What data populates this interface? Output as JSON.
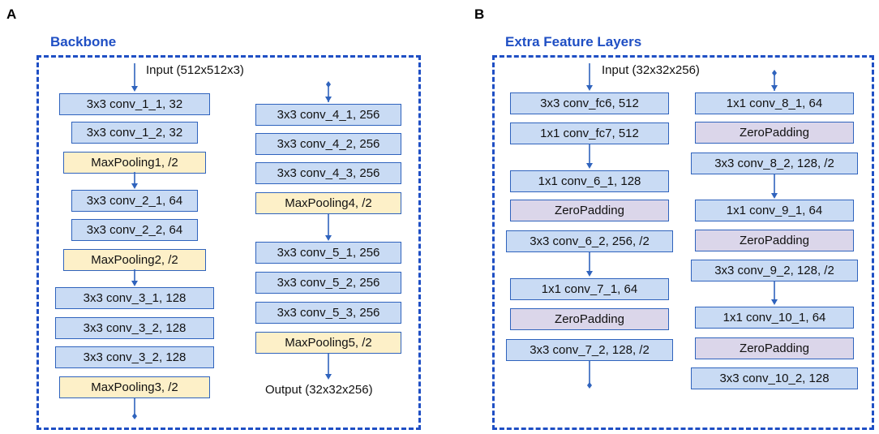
{
  "panels": [
    {
      "id": "A",
      "letter": "A",
      "title": "Backbone",
      "input_label": "Input (512x512x3)",
      "output_label": "Output (32x32x256)",
      "col1": [
        {
          "text": "3x3 conv_1_1, 32",
          "kind": "conv"
        },
        {
          "text": "3x3 conv_1_2, 32",
          "kind": "conv"
        },
        {
          "text": "MaxPooling1, /2",
          "kind": "pool"
        },
        {
          "text": "3x3 conv_2_1, 64",
          "kind": "conv"
        },
        {
          "text": "3x3 conv_2_2, 64",
          "kind": "conv"
        },
        {
          "text": "MaxPooling2, /2",
          "kind": "pool"
        },
        {
          "text": "3x3 conv_3_1, 128",
          "kind": "conv"
        },
        {
          "text": "3x3 conv_3_2, 128",
          "kind": "conv"
        },
        {
          "text": "3x3 conv_3_2, 128",
          "kind": "conv"
        },
        {
          "text": "MaxPooling3, /2",
          "kind": "pool"
        }
      ],
      "col2": [
        {
          "text": "3x3 conv_4_1, 256",
          "kind": "conv"
        },
        {
          "text": "3x3 conv_4_2, 256",
          "kind": "conv"
        },
        {
          "text": "3x3 conv_4_3, 256",
          "kind": "conv"
        },
        {
          "text": "MaxPooling4, /2",
          "kind": "pool"
        },
        {
          "text": "3x3 conv_5_1, 256",
          "kind": "conv"
        },
        {
          "text": "3x3 conv_5_2, 256",
          "kind": "conv"
        },
        {
          "text": "3x3 conv_5_3, 256",
          "kind": "conv"
        },
        {
          "text": "MaxPooling5, /2",
          "kind": "pool"
        }
      ]
    },
    {
      "id": "B",
      "letter": "B",
      "title": "Extra Feature Layers",
      "input_label": "Input (32x32x256)",
      "col1": [
        {
          "text": "3x3 conv_fc6, 512",
          "kind": "conv"
        },
        {
          "text": "1x1 conv_fc7, 512",
          "kind": "conv"
        },
        {
          "text": "1x1 conv_6_1, 128",
          "kind": "conv"
        },
        {
          "text": "ZeroPadding",
          "kind": "zero"
        },
        {
          "text": "3x3 conv_6_2, 256, /2",
          "kind": "conv"
        },
        {
          "text": "1x1 conv_7_1, 64",
          "kind": "conv"
        },
        {
          "text": "ZeroPadding",
          "kind": "zero"
        },
        {
          "text": "3x3 conv_7_2, 128, /2",
          "kind": "conv"
        }
      ],
      "col2": [
        {
          "text": "1x1 conv_8_1, 64",
          "kind": "conv"
        },
        {
          "text": "ZeroPadding",
          "kind": "zero"
        },
        {
          "text": "3x3 conv_8_2, 128, /2",
          "kind": "conv"
        },
        {
          "text": "1x1 conv_9_1, 64",
          "kind": "conv"
        },
        {
          "text": "ZeroPadding",
          "kind": "zero"
        },
        {
          "text": "3x3 conv_9_2, 128, /2",
          "kind": "conv"
        },
        {
          "text": "1x1 conv_10_1, 64",
          "kind": "conv"
        },
        {
          "text": "ZeroPadding",
          "kind": "zero"
        },
        {
          "text": "3x3 conv_10_2, 128",
          "kind": "conv"
        }
      ]
    }
  ],
  "colors": {
    "frame": "#1f4fc4",
    "arrow": "#2f63bd",
    "conv_fill": "#c9dbf4",
    "pool_fill": "#fdf0c8",
    "zeropad_fill": "#dbd6ea"
  }
}
